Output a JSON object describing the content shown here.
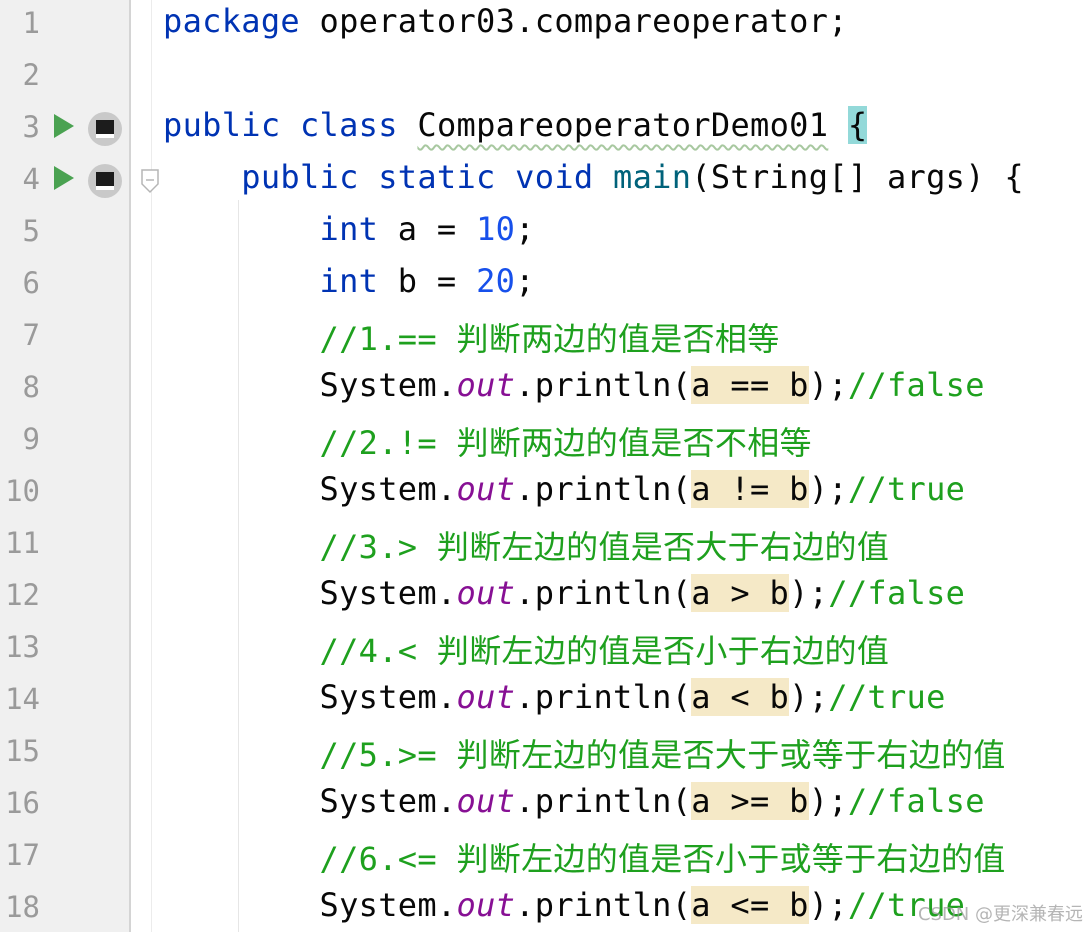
{
  "editor": {
    "lines": [
      {
        "num": "1"
      },
      {
        "num": "2"
      },
      {
        "num": "3"
      },
      {
        "num": "4"
      },
      {
        "num": "5"
      },
      {
        "num": "6"
      },
      {
        "num": "7"
      },
      {
        "num": "8"
      },
      {
        "num": "9"
      },
      {
        "num": "10"
      },
      {
        "num": "11"
      },
      {
        "num": "12"
      },
      {
        "num": "13"
      },
      {
        "num": "14"
      },
      {
        "num": "15"
      },
      {
        "num": "16"
      },
      {
        "num": "17"
      },
      {
        "num": "18"
      }
    ],
    "tokens": {
      "l1_kw": "package",
      "l1_pkg": " operator03.compareoperator;",
      "l3_kw1": "public",
      "l3_kw2": " class",
      "l3_cls": "CompareoperatorDemo01",
      "l3_brace": "{",
      "l4_kw": "public static void",
      "l4_fn": "main",
      "l4_rest": "(String[] args) {",
      "l5_kw": "int",
      "l5_mid": " a = ",
      "l5_num": "10",
      "l5_end": ";",
      "l6_kw": "int",
      "l6_mid": " b = ",
      "l6_num": "20",
      "l6_end": ";",
      "l7_cm": "//1.== 判断两边的值是否相等",
      "l8_expr": "a == b",
      "l8_cm": "//false",
      "l9_cm": "//2.!= 判断两边的值是否不相等",
      "l10_expr": "a != b",
      "l10_cm": "//true",
      "l11_cm": "//3.> 判断左边的值是否大于右边的值",
      "l12_expr": "a > b",
      "l12_cm": "//false",
      "l13_cm": "//4.< 判断左边的值是否小于右边的值",
      "l14_expr": "a < b",
      "l14_cm": "//true",
      "l15_cm": "//5.>= 判断左边的值是否大于或等于右边的值",
      "l16_expr": "a >= b",
      "l16_cm": "//false",
      "l17_cm": "//6.<= 判断左边的值是否小于或等于右边的值",
      "l18_expr": "a <= b",
      "l18_cm": "//true",
      "sys": "System.",
      "out": "out",
      "println": ".println(",
      "close": ");"
    }
  },
  "watermark": "CSDN @更深兼春远",
  "colors": {
    "keyword": "#0033b3",
    "number": "#1750eb",
    "comment": "#1ea01e",
    "field": "#871094",
    "highlight": "#f5e9c7",
    "brace_match": "#93d9d9",
    "run_icon": "#4aa251"
  },
  "icons": {
    "run": "run-triangle-icon",
    "stop": "stop-icon",
    "fold": "fold-marker-icon"
  }
}
